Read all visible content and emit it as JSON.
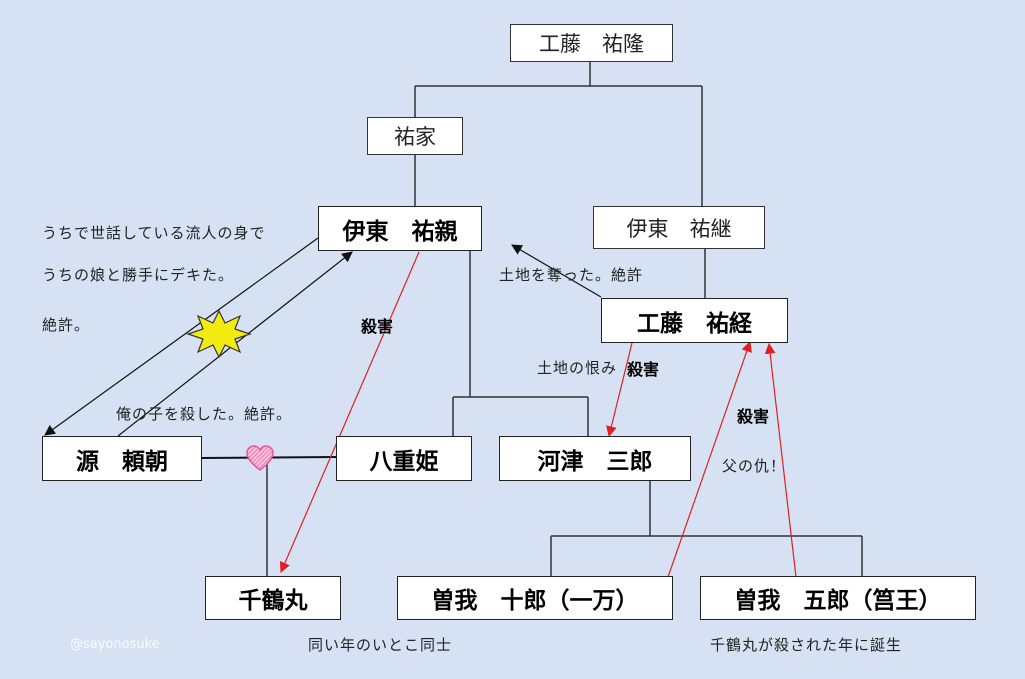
{
  "nodes": {
    "kudo_suketaka": "工藤　祐隆",
    "suketie": "祐家",
    "ito_sukechika": "伊東　祐親",
    "ito_suketsugu": "伊東　祐継",
    "kudo_suketsune": "工藤　祐経",
    "minamoto_yoritomo": "源　頼朝",
    "yaehime": "八重姫",
    "kawazu_saburo": "河津　三郎",
    "chizurumaru": "千鶴丸",
    "soga_juro": "曽我　十郎（一万）",
    "soga_goro": "曽我　五郎（筥王）"
  },
  "annotations": {
    "yoritomo_line1": "うちで世話している流人の身で",
    "yoritomo_line2": "うちの娘と勝手にデキた。",
    "yoritomo_line3": "絶許。",
    "killed_my_child": "俺の子を殺した。絶許。",
    "land_stolen": "土地を奪った。絶許",
    "land_grudge": "土地の恨み",
    "kill_1": "殺害",
    "kill_2": "殺害",
    "kill_3": "殺害",
    "father_revenge": "父の仇！",
    "same_age_cousins": "同い年のいとこ同士",
    "born_year": "千鶴丸が殺された年に誕生"
  },
  "watermark": "@sayonosuke",
  "colors": {
    "background": "#d6e2f3",
    "kill_arrow": "#e02020",
    "heart": "#e8559a",
    "star": "#f2ea10"
  },
  "icons": {
    "conflict_star": "explosion-star-icon",
    "love_heart": "heart-icon"
  }
}
